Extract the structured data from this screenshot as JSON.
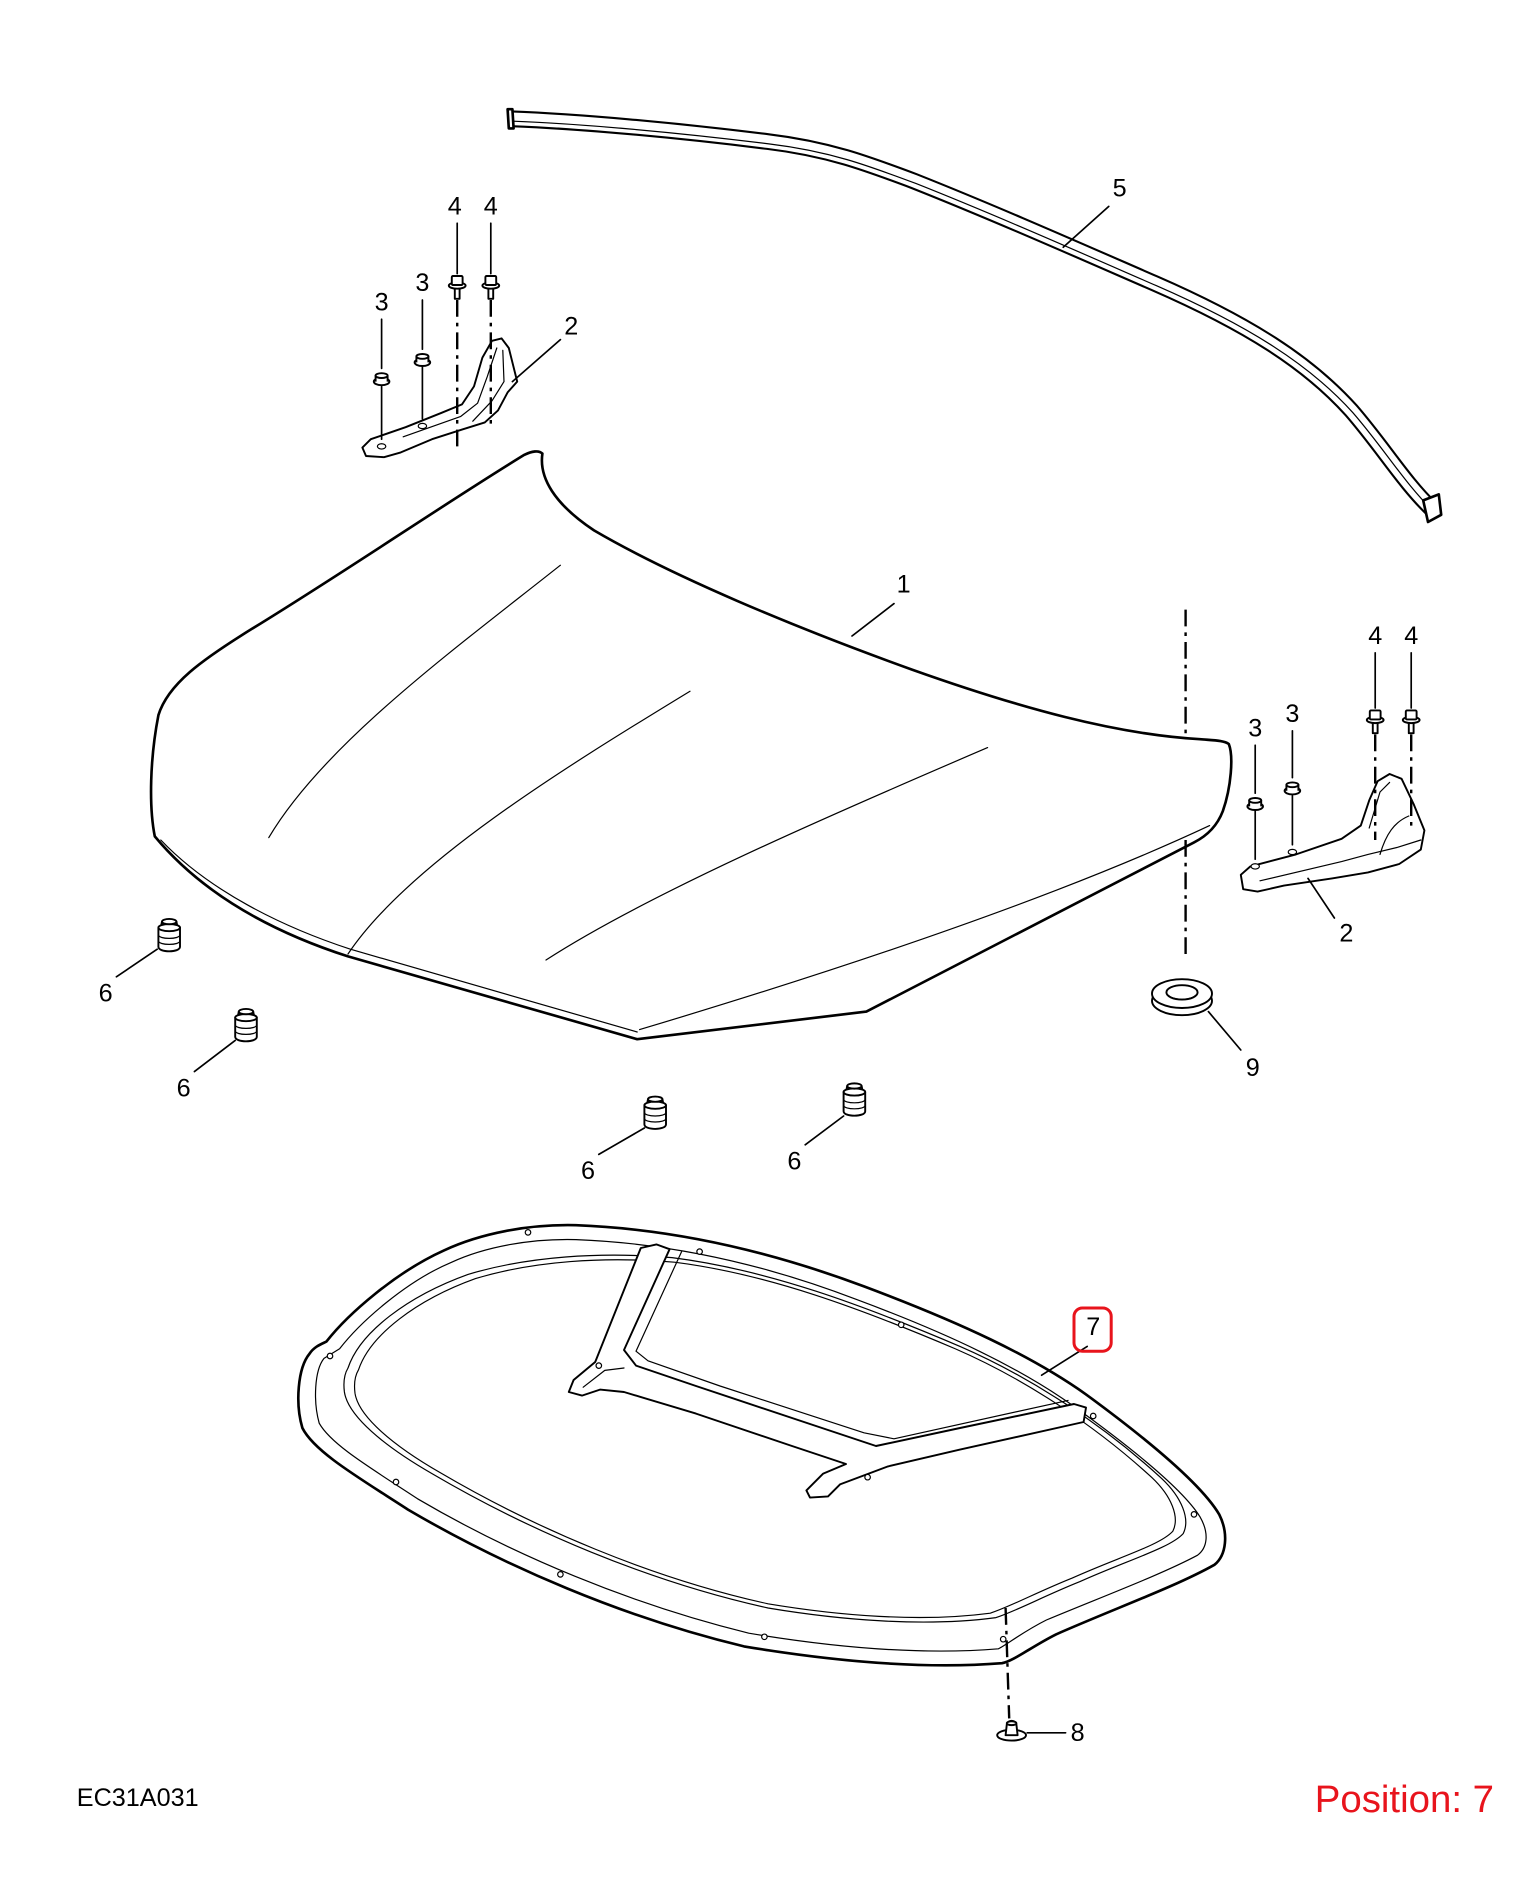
{
  "diagram": {
    "code": "EC31A031",
    "position_label": "Position: 7"
  },
  "colors": {
    "line": "#000000",
    "background": "#ffffff",
    "highlight": "#e8141c"
  },
  "callouts": {
    "hood": {
      "label": "1"
    },
    "hinge_left": {
      "label": "2"
    },
    "hinge_right": {
      "label": "2"
    },
    "nut_left_1": {
      "label": "3"
    },
    "nut_left_2": {
      "label": "3"
    },
    "nut_right_1": {
      "label": "3"
    },
    "nut_right_2": {
      "label": "3"
    },
    "bolt_left_1": {
      "label": "4"
    },
    "bolt_left_2": {
      "label": "4"
    },
    "bolt_right_1": {
      "label": "4"
    },
    "bolt_right_2": {
      "label": "4"
    },
    "weatherstrip": {
      "label": "5"
    },
    "bumper_1": {
      "label": "6"
    },
    "bumper_2": {
      "label": "6"
    },
    "bumper_3": {
      "label": "6"
    },
    "bumper_4": {
      "label": "6"
    },
    "insulator": {
      "label": "7",
      "highlighted": true
    },
    "clip": {
      "label": "8"
    },
    "grommet": {
      "label": "9"
    }
  }
}
